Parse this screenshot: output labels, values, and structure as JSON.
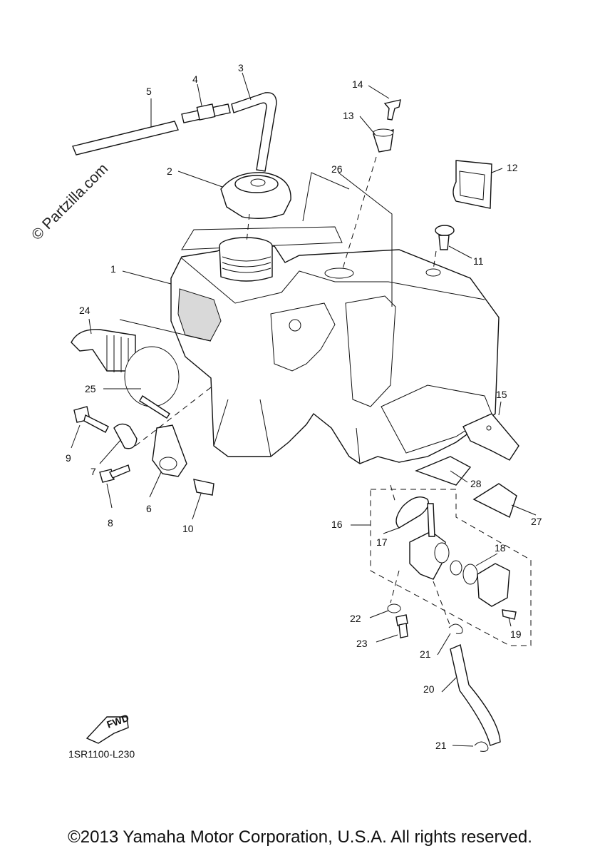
{
  "watermark": "© Partzilla.com",
  "drawing_code": "1SR1100-L230",
  "copyright": "©2013 Yamaha Motor Corporation, U.S.A. All rights reserved.",
  "fwd_label": "FWD",
  "callouts": {
    "c1": "1",
    "c2": "2",
    "c3": "3",
    "c4": "4",
    "c5": "5",
    "c6": "6",
    "c7": "7",
    "c8": "8",
    "c9": "9",
    "c10": "10",
    "c11": "11",
    "c12": "12",
    "c13": "13",
    "c14": "14",
    "c15": "15",
    "c16": "16",
    "c17": "17",
    "c18": "18",
    "c19": "19",
    "c20": "20",
    "c21a": "21",
    "c21b": "21",
    "c22": "22",
    "c23": "23",
    "c24": "24",
    "c25": "25",
    "c26": "26",
    "c27": "27",
    "c28": "28"
  }
}
